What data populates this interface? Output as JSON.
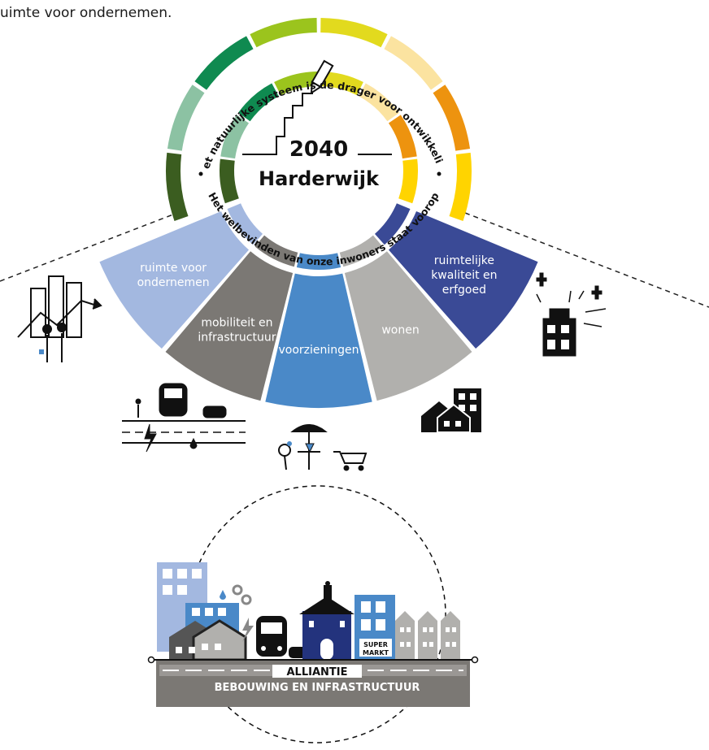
{
  "intro_text": "uimte voor ondernemen.",
  "center": {
    "year": "2040",
    "place": "Harderwijk"
  },
  "arc_text": {
    "top": "Het natuurlijke systeem is de drager voor ontwikkeling",
    "bottom": "Het welbevinden van onze inwoners staat voorop"
  },
  "segments": [
    {
      "id": "ondernemen",
      "lines": [
        "ruimte voor",
        "ondernemen"
      ],
      "color": "#a3b8e0",
      "text_color": "#ffffff",
      "icon": "business-people-chart-icon"
    },
    {
      "id": "mobiliteit",
      "lines": [
        "mobiliteit en",
        "infrastructuur"
      ],
      "color": "#7b7874",
      "text_color": "#ffffff",
      "icon": "train-car-road-icon"
    },
    {
      "id": "voorzieningen",
      "lines": [
        "voorzieningen"
      ],
      "color": "#4a89c8",
      "text_color": "#ffffff",
      "icon": "terrace-shopping-icon"
    },
    {
      "id": "wonen",
      "lines": [
        "wonen"
      ],
      "color": "#b1b0ad",
      "text_color": "#ffffff",
      "icon": "houses-icon"
    },
    {
      "id": "erfgoed",
      "lines": [
        "ruimtelijke",
        "kwaliteit en",
        "erfgoed"
      ],
      "color": "#3a4a96",
      "text_color": "#ffffff",
      "icon": "heritage-building-icon"
    }
  ],
  "ring_colors": [
    "#3b5d20",
    "#8cc2a3",
    "#0f8a50",
    "#9bc41d",
    "#e2da1e",
    "#fbe3a0",
    "#ed930f",
    "#ffd400"
  ],
  "alliance": {
    "line1": "ALLIANTIE",
    "line2": "BEBOUWING EN INFRASTRUCTUUR",
    "supermarket_line1": "SUPER",
    "supermarket_line2": "MARKT"
  }
}
